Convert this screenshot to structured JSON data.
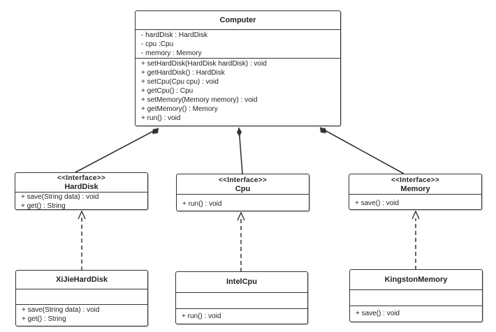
{
  "diagram": {
    "computer": {
      "name": "Computer",
      "attributes": [
        "- hardDisk : HardDisk",
        "- cpu :Cpu",
        "- memory : Memory"
      ],
      "methods": [
        "+ setHardDisk(HardDisk hardDisk) : void",
        "+ getHardDisk() : HardDisk",
        "+ setCpu(Cpu cpu) : void",
        "+ getCpu() : Cpu",
        "+ setMemory(Memory memory) : void",
        "+ getMemory() : Memory",
        "+ run() : void"
      ]
    },
    "hardDisk": {
      "stereotype": "<<Interface>>",
      "name": "HardDisk",
      "methods": [
        "+ save(String data) : void",
        "+ get() : String"
      ]
    },
    "cpu": {
      "stereotype": "<<Interface>>",
      "name": "Cpu",
      "methods": [
        "+ run() : void"
      ]
    },
    "memory": {
      "stereotype": "<<Interface>>",
      "name": "Memory",
      "methods": [
        "+ save() : void"
      ]
    },
    "xijieHardDisk": {
      "name": "XiJieHardDisk",
      "methods": [
        "+ save(String data) : void",
        "+ get() : String"
      ]
    },
    "intelCpu": {
      "name": "IntelCpu",
      "methods": [
        "+ run() : void"
      ]
    },
    "kingstonMemory": {
      "name": "KingstonMemory",
      "methods": [
        "+ save() : void"
      ]
    }
  }
}
